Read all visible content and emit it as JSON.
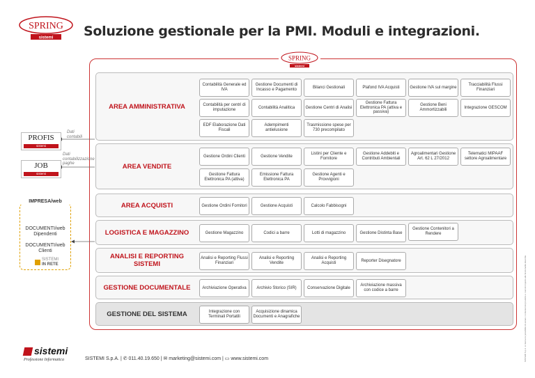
{
  "header": {
    "logo_word": "SPRING",
    "logo_sub": "sistemi",
    "title": "Soluzione gestionale per la PMI. Moduli e integrazioni."
  },
  "sections": [
    {
      "title": "AREA AMMINISTRATIVA",
      "modules": [
        "Contabilità Generale ed IVA",
        "Gestione Documenti di Incasso e Pagamento",
        "Bilanci Gestionali",
        "Plafond IVA Acquisti",
        "Gestione IVA sul margine",
        "Tracciabilità Flussi Finanziari",
        "Contabilità per centri di imputazione",
        "Contabilità Analitica",
        "Gestione Centri di Analisi",
        "Gestione Fattura Elettronica PA (attiva e passiva)",
        "Gestione Beni Ammortizzabili",
        "Integrazione GESCOM",
        "EDF Elaborazione Dati Fiscali",
        "Adempimenti antielusione",
        "Trasmissione spese per 730 precompilato"
      ]
    },
    {
      "title": "AREA VENDITE",
      "modules": [
        "Gestione Ordini Clienti",
        "Gestione Vendite",
        "Listini per Cliente e Fornitore",
        "Gestione Addebiti e Contributi Ambientali",
        "Agroalimentari Gestione Art. 62 L 27/2012",
        "Telematici MIPAAF settore Agroalimentare",
        "Gestione Fattura Elettronica PA (attiva)",
        "Emissione Fattura Elettronica PA",
        "Gestione Agenti e Provvigioni"
      ]
    },
    {
      "title": "AREA ACQUISTI",
      "modules": [
        "Gestione Ordini Fornitori",
        "Gestione Acquisti",
        "Calcolo Fabbisogni"
      ]
    },
    {
      "title": "LOGISTICA E MAGAZZINO",
      "modules": [
        "Gestione Magazzino",
        "Codici a barre",
        "Lotti di magazzino",
        "Gestione Distinta Base",
        "Gestione Contenitori a Rendere"
      ]
    },
    {
      "title": "ANALISI E REPORTING SISTEMI",
      "modules": [
        "Analisi e Reporting Flussi Finanziari",
        "Analisi e Reporting Vendite",
        "Analisi e Reporting Acquisti",
        "Reporter Disegnatore"
      ]
    },
    {
      "title": "GESTIONE DOCUMENTALE",
      "modules": [
        "Archiviazione Operativa",
        "Archivio Storico (SIR)",
        "Conservazione Digitale",
        "Archiviazione massiva con codice a barre"
      ]
    },
    {
      "title": "GESTIONE DEL SISTEMA",
      "modules": [
        "Integrazione con Terminali Portatili",
        "Acquisizione dinamica Documenti e Anagrafiche"
      ]
    }
  ],
  "side": {
    "profis": {
      "name": "PROFIS",
      "sub": "sistemi",
      "note": "Dati contabili"
    },
    "job": {
      "name": "JOB",
      "sub": "sistemi",
      "note": "Dati contabilizzazione paghe"
    },
    "impresa": {
      "title": "IMPRESA/web",
      "doc_dip": "DOCUMENTI/web Dipendenti",
      "doc_cli": "DOCUMENTI/web Clienti",
      "rete_top": "SISTEMI",
      "rete_bottom": "IN RETE"
    }
  },
  "footer": {
    "logo_word": "sistemi",
    "logo_tagline": "Professione Informatica",
    "contact": "SISTEMI S.p.A. | ✆ 011.40.19.650 | ✉ marketing@sistemi.com | ▭ www.sistemi.com",
    "legal": "SISTEMI S.p.A. si riserva la possibilità di variare i contenuti del prodotto e i servizi rispetto alle funzionalità descritte."
  },
  "colors": {
    "brand_red": "#c0141c",
    "frame_red": "#cc3333",
    "accent_gold": "#e0a000"
  }
}
